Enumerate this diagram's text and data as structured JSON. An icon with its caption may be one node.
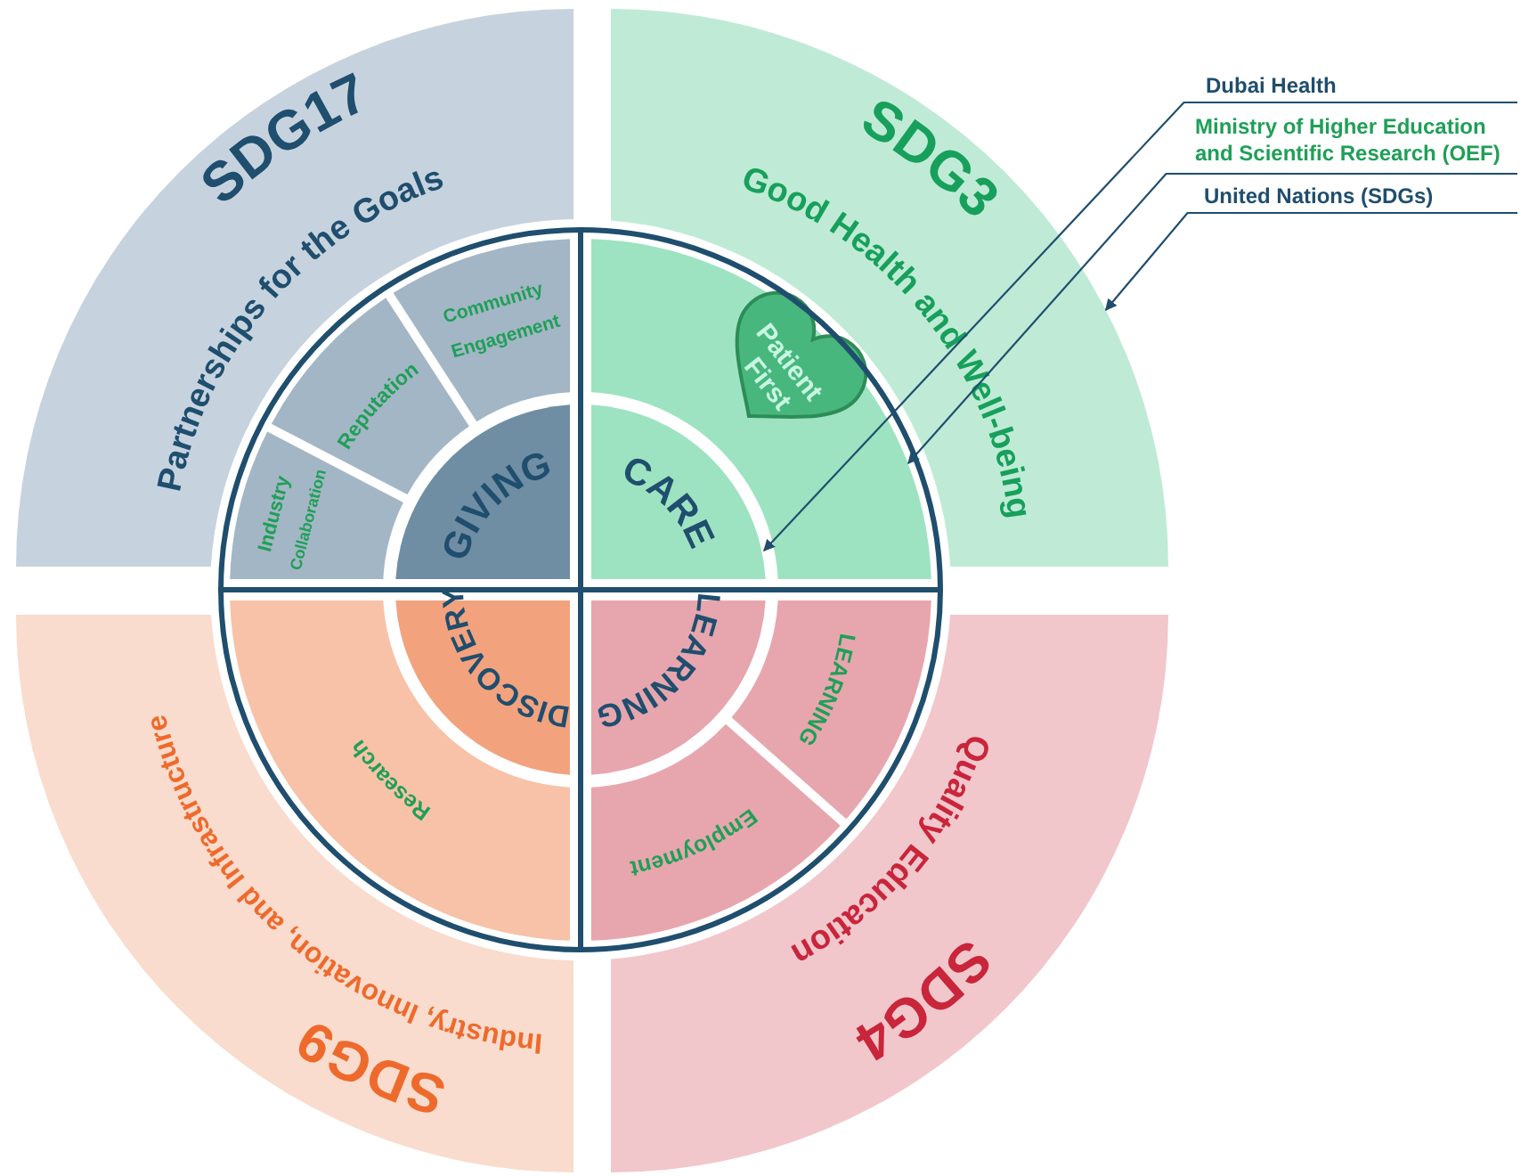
{
  "diagram": {
    "nodes": [
      {
        "text": [
          "SDG17",
          "Partnerships for the Goals"
        ]
      },
      {
        "text": [
          "GIVING"
        ],
        "in": 0
      },
      {
        "text": [
          "Community Engagement"
        ],
        "in": 0
      },
      {
        "text": [
          "Reputation"
        ],
        "in": 0
      },
      {
        "text": [
          "Industry Collaboration"
        ],
        "in": 0
      },
      {
        "text": [
          "SDG3",
          "Good Health and Well-being"
        ]
      },
      {
        "text": [
          "CARE"
        ],
        "in": 5
      },
      {
        "text": [],
        "shape": "sector",
        "in": 5
      },
      {
        "text": [
          "Patient First"
        ],
        "in": 7
      },
      {
        "text": [
          "SDG9",
          "Industry, Innovation, and Infrastructure"
        ]
      },
      {
        "text": [
          "DISCOVERY"
        ],
        "in": 9
      },
      {
        "text": [
          "Research"
        ],
        "in": 9
      },
      {
        "text": [
          "SDG4",
          "Quality Education"
        ]
      },
      {
        "text": [
          "LEARNING"
        ],
        "in": 12
      },
      {
        "text": [
          "LEARNING"
        ],
        "in": 12
      },
      {
        "text": [
          "Employment"
        ],
        "in": 12
      },
      {
        "text": [
          "Dubai Health"
        ]
      },
      {
        "text": [
          "Ministry of Higher Education and Scientific Research (OEF)"
        ]
      },
      {
        "text": [
          "United Nations (SDGs)"
        ]
      }
    ],
    "edges": [
      {
        "from": 16,
        "to": 6,
        "arrow": "to"
      },
      {
        "from": 17,
        "to": 7,
        "arrow": "to"
      },
      {
        "from": 18,
        "to": 5,
        "arrow": "to"
      }
    ]
  }
}
